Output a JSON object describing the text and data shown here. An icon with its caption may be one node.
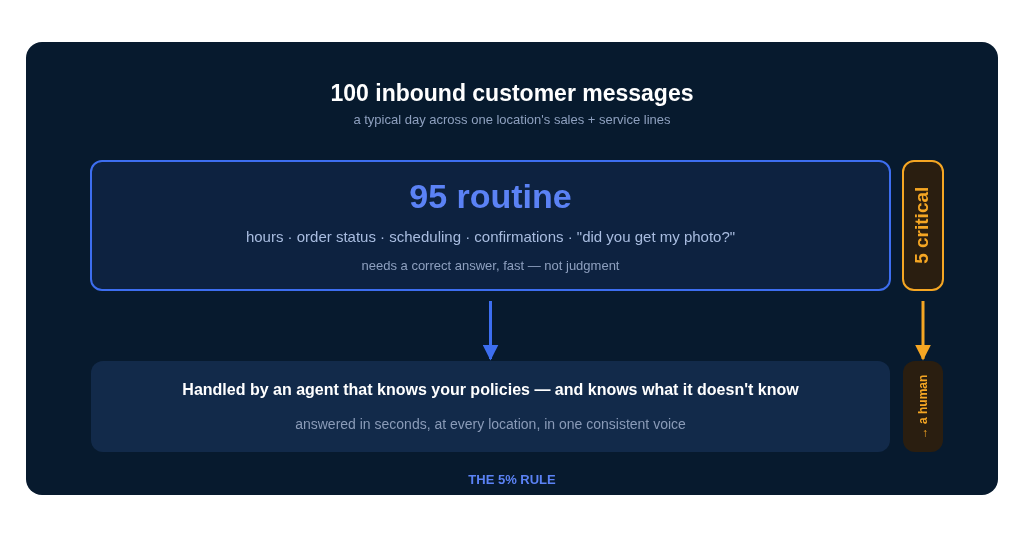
{
  "diagram": {
    "title": "100 inbound customer messages",
    "nodes": [
      {
        "text": [
          "95 routine",
          "hours · order status · scheduling · confirmations · \"did you get my photo?\"",
          "needs a correct answer, fast — not judgment"
        ]
      },
      {
        "text": [
          "5 critical"
        ]
      },
      {
        "text": [
          "Handled by an agent that knows your policies — and knows what it doesn't know",
          "answered in seconds, at every location, in one consistent voice"
        ]
      },
      {
        "text": [
          "→ a human"
        ]
      }
    ],
    "edges": [
      {
        "from": 0,
        "to": 2,
        "arrow": "to",
        "color": "#3d6ef0"
      },
      {
        "from": 1,
        "to": 3,
        "arrow": "to",
        "color": "#f5a623"
      }
    ],
    "labels": [
      "a typical day across one location's sales + service lines",
      "THE 5% RULE"
    ]
  }
}
